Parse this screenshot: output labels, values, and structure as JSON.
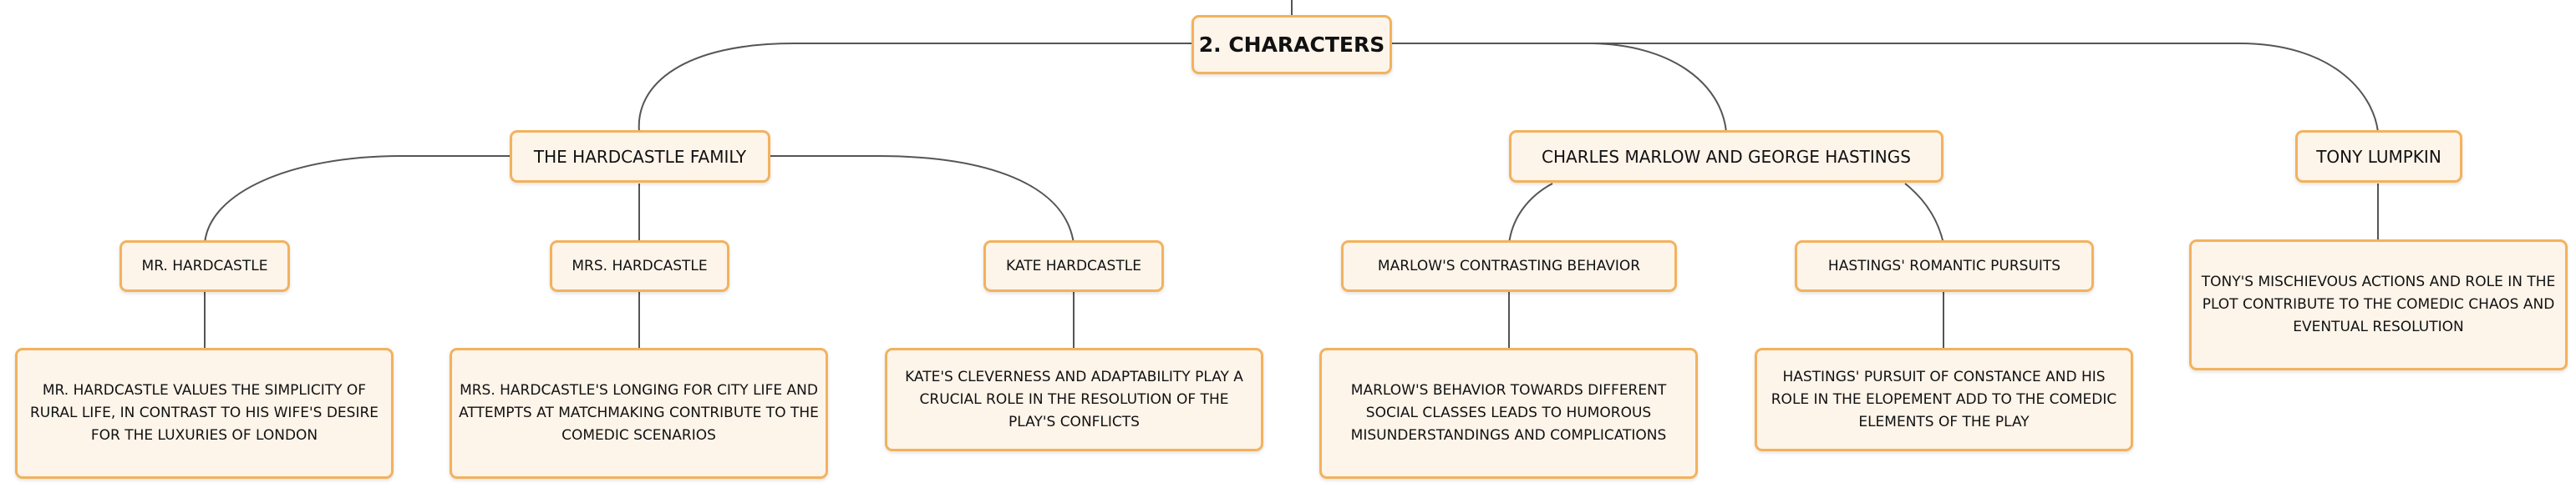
{
  "mindmap": {
    "root": "2. CHARACTERS",
    "branches": [
      {
        "label": "THE HARDCASTLE FAMILY",
        "children": [
          {
            "label": "MR. HARDCASTLE",
            "detail": "MR. HARDCASTLE VALUES THE SIMPLICITY OF RURAL LIFE, IN CONTRAST TO HIS WIFE'S DESIRE FOR THE LUXURIES OF LONDON"
          },
          {
            "label": "MRS. HARDCASTLE",
            "detail": "MRS. HARDCASTLE'S LONGING FOR CITY LIFE AND ATTEMPTS AT MATCHMAKING CONTRIBUTE TO THE COMEDIC SCENARIOS"
          },
          {
            "label": "KATE HARDCASTLE",
            "detail": "KATE'S CLEVERNESS AND ADAPTABILITY PLAY A CRUCIAL ROLE IN THE RESOLUTION OF THE PLAY'S CONFLICTS"
          }
        ]
      },
      {
        "label": "CHARLES MARLOW AND GEORGE HASTINGS",
        "children": [
          {
            "label": "MARLOW'S CONTRASTING BEHAVIOR",
            "detail": "MARLOW'S BEHAVIOR TOWARDS DIFFERENT SOCIAL CLASSES LEADS TO HUMOROUS MISUNDERSTANDINGS AND COMPLICATIONS"
          },
          {
            "label": "HASTINGS' ROMANTIC PURSUITS",
            "detail": "HASTINGS' PURSUIT OF CONSTANCE AND HIS ROLE IN THE ELOPEMENT ADD TO THE COMEDIC ELEMENTS OF THE PLAY"
          }
        ]
      },
      {
        "label": "TONY LUMPKIN",
        "detail": "TONY'S MISCHIEVOUS ACTIONS AND ROLE IN THE PLOT CONTRIBUTE TO THE COMEDIC CHAOS AND EVENTUAL RESOLUTION"
      }
    ]
  }
}
